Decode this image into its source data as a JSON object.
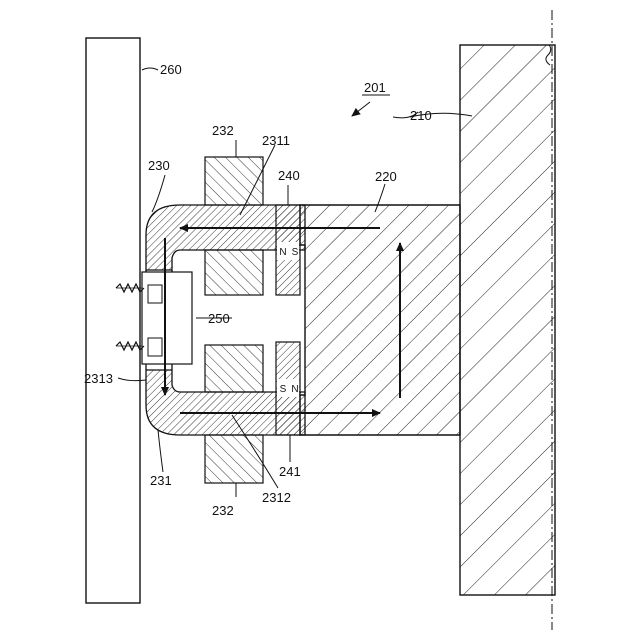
{
  "figure": {
    "assembly_label": "201",
    "labels": {
      "wall": "210",
      "core": "220",
      "upper_yoke": "230",
      "lower_yoke": "231",
      "upper_coil": "232",
      "lower_coil": "232",
      "upper_arm": "2311",
      "lower_arm": "2312",
      "yoke_back": "2313",
      "upper_magnet": "240",
      "lower_magnet": "241",
      "sensor": "250",
      "plate": "260"
    },
    "poles": {
      "upper_left": "N",
      "upper_right": "S",
      "lower_left": "S",
      "lower_right": "N"
    }
  }
}
